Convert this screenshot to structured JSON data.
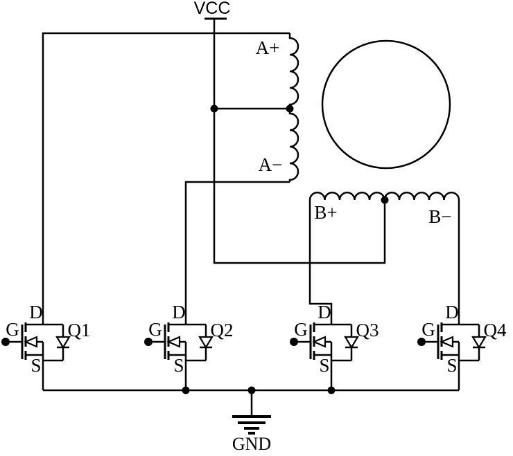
{
  "colors": {
    "line": "#000000",
    "background": "#ffffff"
  },
  "power": {
    "vcc": "VCC",
    "gnd": "GND"
  },
  "windings": {
    "phase_a": {
      "plus": "A+",
      "minus": "A−"
    },
    "phase_b": {
      "plus": "B+",
      "minus": "B−"
    }
  },
  "transistors": [
    {
      "name": "Q1",
      "drain": "D",
      "gate": "G",
      "source": "S"
    },
    {
      "name": "Q2",
      "drain": "D",
      "gate": "G",
      "source": "S"
    },
    {
      "name": "Q3",
      "drain": "D",
      "gate": "G",
      "source": "S"
    },
    {
      "name": "Q4",
      "drain": "D",
      "gate": "G",
      "source": "S"
    }
  ]
}
